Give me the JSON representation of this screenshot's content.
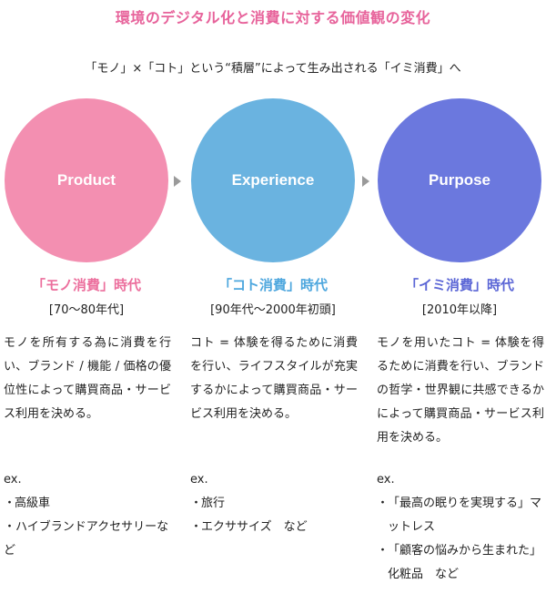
{
  "title": "環境のデジタル化と消費に対する価値観の変化",
  "subtitle": "「モノ」×「コト」という“積層”によって生み出される「イミ消費」へ",
  "colors": {
    "title": "#e7639b",
    "product": "#f38fb1",
    "product_text": "#ec6f9d",
    "experience": "#6ab3e0",
    "experience_text": "#4ea7de",
    "purpose": "#6b78de",
    "purpose_text": "#5b66d6",
    "arrow": "#9a9a9a"
  },
  "columns": [
    {
      "circle_label": "Product",
      "era": "「モノ消費」時代",
      "range": "[70〜80年代]",
      "description": "モノを所有する為に消費を行い、ブランド / 機能 / 価格の優位性によって購買商品・サービス利用を決める。",
      "examples_label": "ex.",
      "examples": [
        "高級車",
        "ハイブランドアクセサリーなど"
      ]
    },
    {
      "circle_label": "Experience",
      "era": "「コト消費」時代",
      "range": "[90年代〜2000年初頭]",
      "description": "コト = 体験を得るために消費を行い、ライフスタイルが充実するかによって購買商品・サービス利用を決める。",
      "examples_label": "ex.",
      "examples": [
        "旅行",
        "エクササイズ　など"
      ]
    },
    {
      "circle_label": "Purpose",
      "era": "「イミ消費」時代",
      "range": "[2010年以降]",
      "description": "モノを用いたコト = 体験を得るために消費を行い、ブランドの哲学・世界観に共感できるかによって購買商品・サービス利用を決める。",
      "examples_label": "ex.",
      "examples": [
        "「最高の眠りを実現する」マットレス",
        "「顧客の悩みから生まれた」化粧品　など"
      ]
    }
  ]
}
